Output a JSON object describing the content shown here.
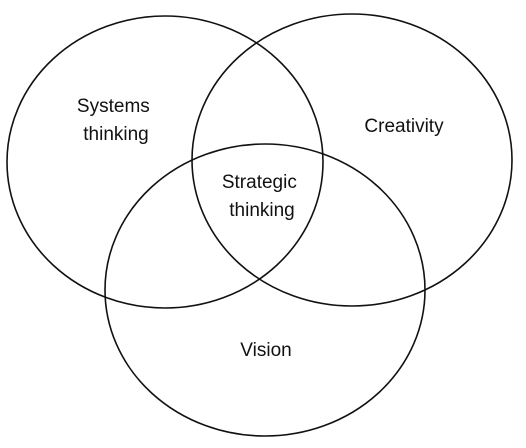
{
  "diagram": {
    "type": "venn",
    "stroke_color": "#111111",
    "background_color": "#ffffff",
    "sets": {
      "systems_thinking": {
        "line1": "Systems",
        "line2": "thinking"
      },
      "creativity": {
        "label": "Creativity"
      },
      "vision": {
        "label": "Vision"
      }
    },
    "intersection": {
      "line1": "Strategic",
      "line2": "thinking"
    }
  }
}
